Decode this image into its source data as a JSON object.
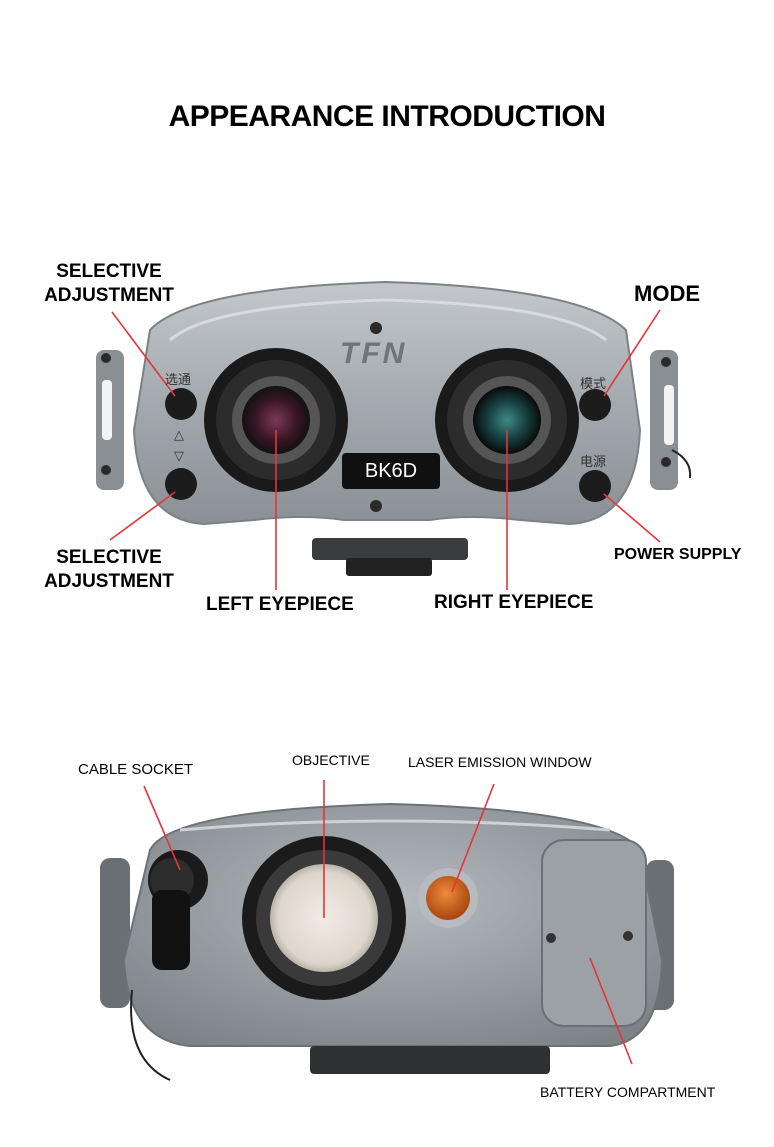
{
  "title": "APPEARANCE INTRODUCTION",
  "front_view": {
    "brand_logo": "TFN",
    "model": "BK6D",
    "button_marks": {
      "select": "选通",
      "mode": "模式",
      "power": "电源",
      "up": "△",
      "down": "▽"
    },
    "labels": {
      "selective_top_line1": "SELECTIVE",
      "selective_top_line2": "ADJUSTMENT",
      "mode": "MODE",
      "selective_bottom_line1": "SELECTIVE",
      "selective_bottom_line2": "ADJUSTMENT",
      "power_supply": "POWER SUPPLY",
      "left_eyepiece": "LEFT EYEPIECE",
      "right_eyepiece": "RIGHT EYEPIECE"
    }
  },
  "rear_view": {
    "labels": {
      "cable_socket": "CABLE SOCKET",
      "objective": "OBJECTIVE",
      "laser_window": "LASER EMISSION WINDOW",
      "battery": "BATTERY COMPARTMENT"
    }
  },
  "colors": {
    "leader_line": "#e5343a",
    "housing": "#9ea3a8",
    "housing_dark": "#6f7479",
    "laser_window": "#d9661a"
  }
}
